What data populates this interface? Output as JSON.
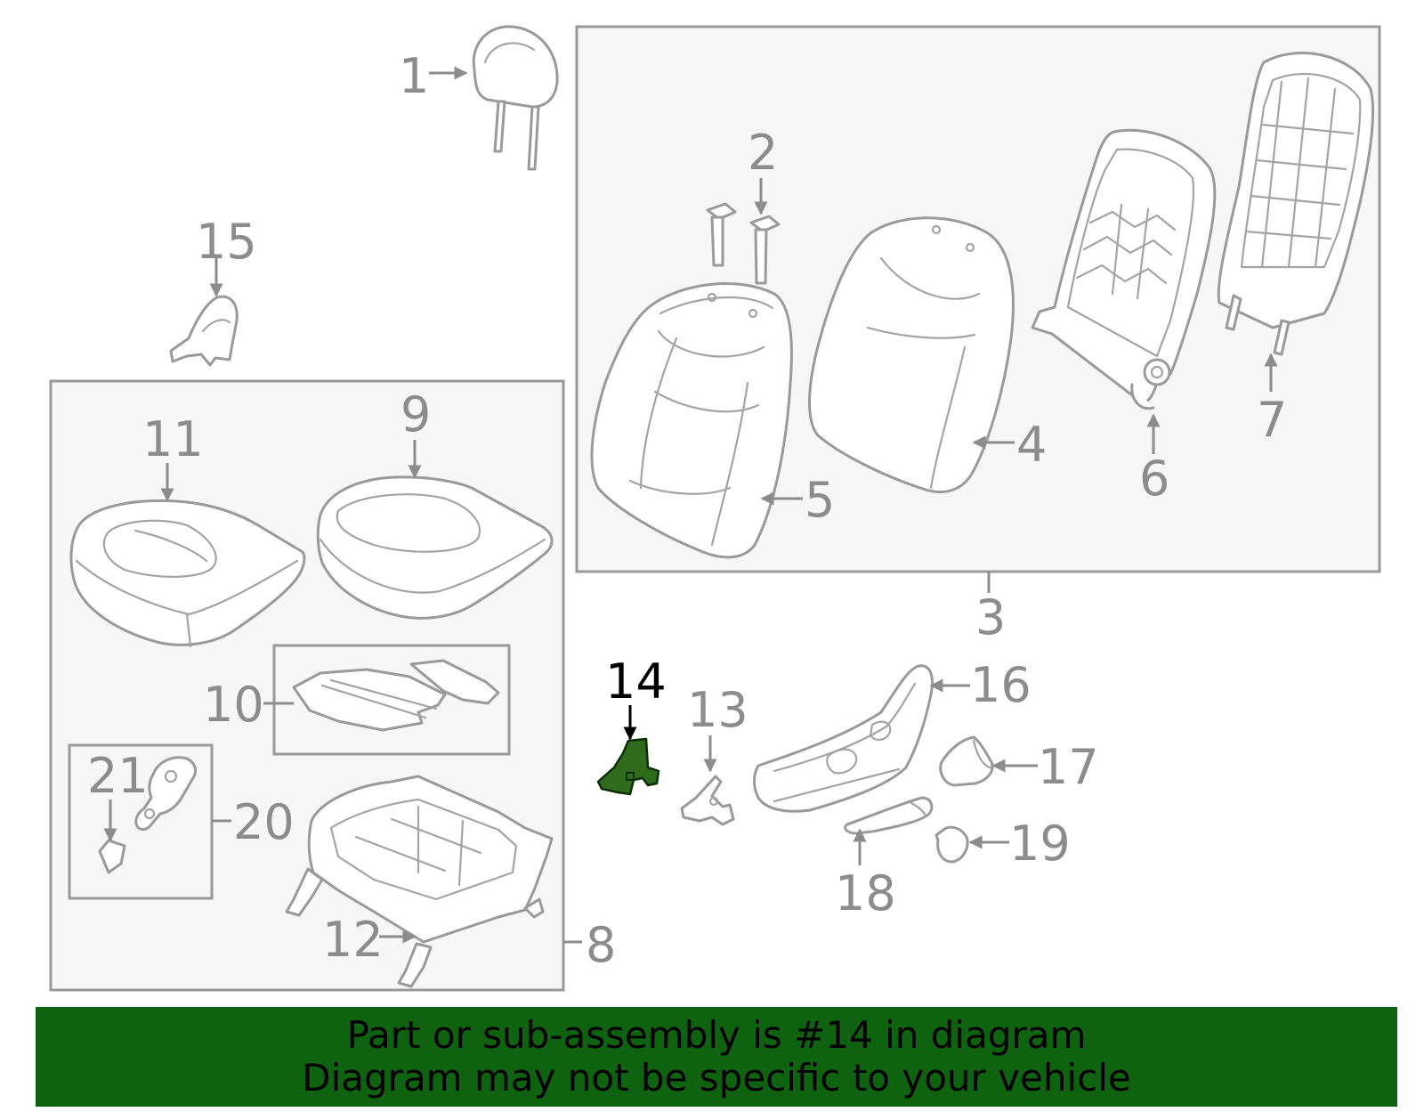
{
  "callouts": {
    "c1": "1",
    "c2": "2",
    "c3": "3",
    "c4": "4",
    "c5": "5",
    "c6": "6",
    "c7": "7",
    "c8": "8",
    "c9": "9",
    "c10": "10",
    "c11": "11",
    "c12": "12",
    "c13": "13",
    "c14": "14",
    "c15": "15",
    "c16": "16",
    "c17": "17",
    "c18": "18",
    "c19": "19",
    "c20": "20",
    "c21": "21"
  },
  "highlight": {
    "part_number": "14",
    "fill_color": "#2e6b1c",
    "text_color": "#000000"
  },
  "banner": {
    "line1": "Part or sub-assembly is #14 in diagram",
    "line2": "Diagram may not be specific to your vehicle",
    "background": "#0f620f"
  }
}
